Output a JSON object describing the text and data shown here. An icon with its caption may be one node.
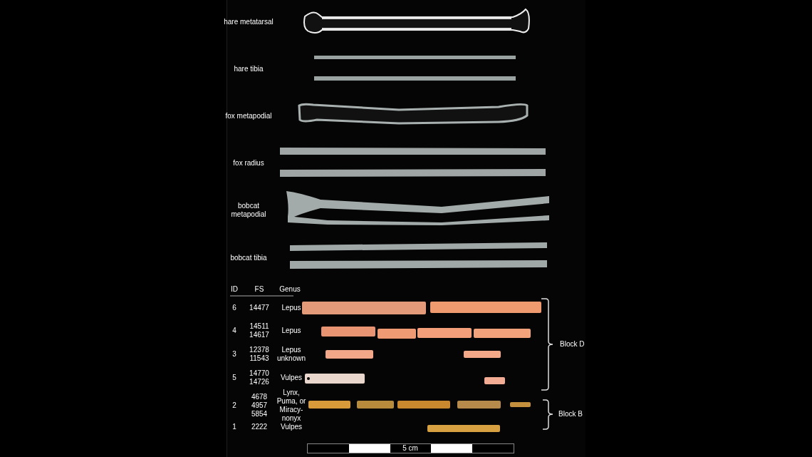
{
  "diagram": {
    "labels": [
      "hare metatarsal",
      "hare tibia",
      "fox metapodial",
      "fox radius",
      "bobcat metapodial",
      "bobcat tibia",
      "ID",
      "FS",
      "Genus",
      "6",
      "14477",
      "Lepus",
      "4",
      "14511 14617",
      "Lepus",
      "3",
      "12378 11543",
      "Lepus unknown",
      "5",
      "14770 14726",
      "Vulpes",
      "2",
      "4678 4957 5854",
      "Lynx, Puma, or Miracy-nonyx",
      "1",
      "2222",
      "Vulpes",
      "Block D",
      "Block B",
      "5 cm"
    ]
  }
}
